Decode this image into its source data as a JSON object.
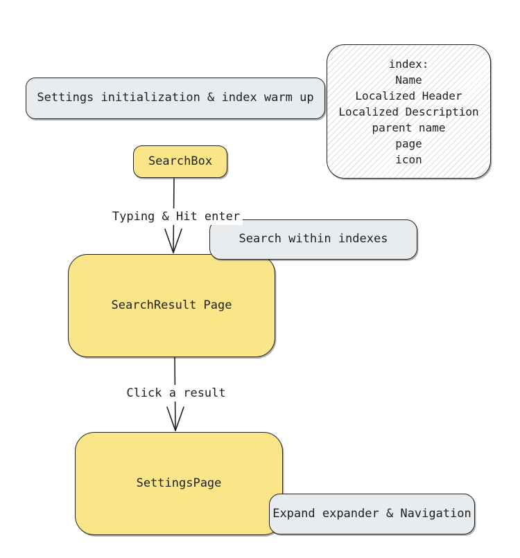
{
  "diagram": {
    "nodes": {
      "settings_init": {
        "label": "Settings initialization & index warm up"
      },
      "index_info": {
        "title": "index:",
        "fields": [
          "Name",
          "Localized Header",
          "Localized Description",
          "parent name",
          "page",
          "icon"
        ]
      },
      "search_box": {
        "label": "SearchBox"
      },
      "search_within": {
        "label": "Search within indexes"
      },
      "search_result": {
        "label": "SearchResult Page"
      },
      "settings_page": {
        "label": "SettingsPage"
      },
      "expand_nav": {
        "label": "Expand expander & Navigation"
      }
    },
    "edges": [
      {
        "from": "SearchBox",
        "to": "SearchResult Page",
        "label": "Typing & Hit enter"
      },
      {
        "from": "SearchResult Page",
        "to": "SettingsPage",
        "label": "Click a result"
      }
    ],
    "colors": {
      "yellow_fill": "#fae588",
      "gray_fill": "#e9ecef",
      "stroke": "#1e1e1e",
      "hatch_line": "#dcdcdc",
      "canvas_bg": "#ffffff"
    }
  }
}
